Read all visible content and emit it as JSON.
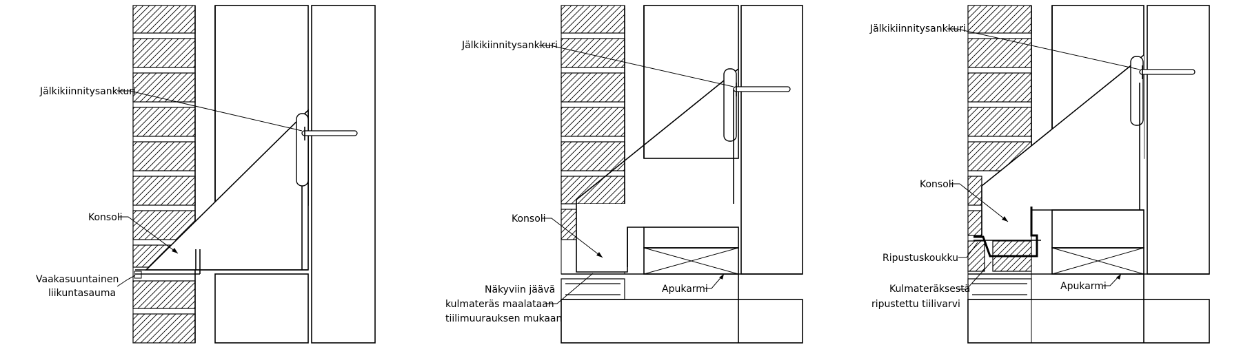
{
  "details": [
    {
      "id": "detail-1",
      "labels": {
        "anchor": "Jälkikiinnitysankkuri",
        "bracket": "Konsoli",
        "joint_line1": "Vaakasuuntainen",
        "joint_line2": "liikuntasauma"
      }
    },
    {
      "id": "detail-2",
      "labels": {
        "anchor": "Jälkikiinnitysankkuri",
        "bracket": "Konsoli",
        "angle_line1": "Näkyviin jäävä",
        "angle_line2": "kulmateräs maalataan",
        "angle_line3": "tiilimuurauksen mukaan",
        "subframe": "Apukarmi"
      }
    },
    {
      "id": "detail-3",
      "labels": {
        "anchor": "Jälkikiinnitysankkuri",
        "bracket": "Konsoli",
        "hook": "Ripustuskoukku",
        "lintel_line1": "Kulmateräksestä",
        "lintel_line2": "ripustettu tiilivarvi",
        "subframe": "Apukarmi"
      }
    }
  ]
}
